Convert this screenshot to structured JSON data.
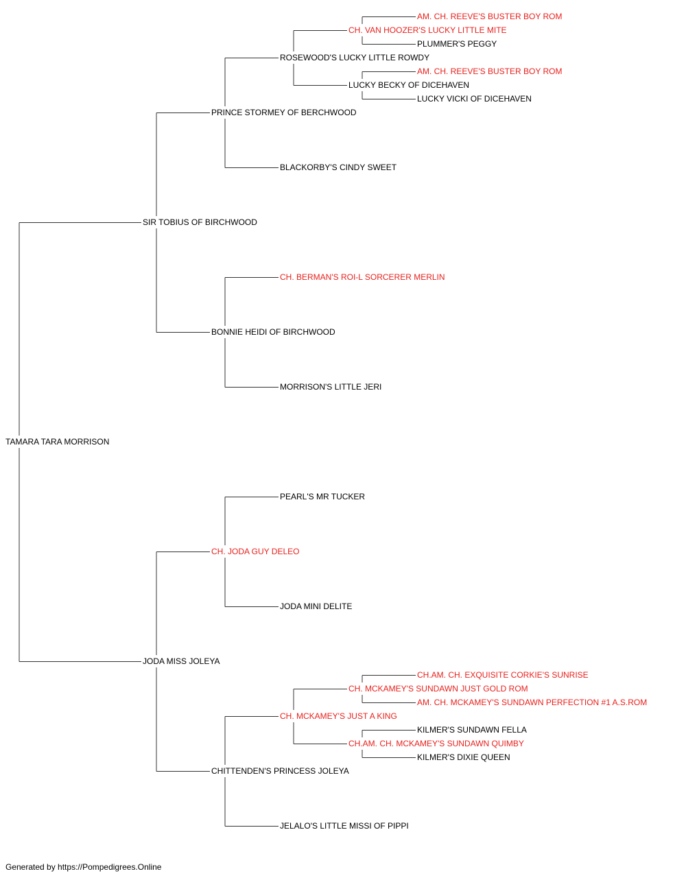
{
  "colors": {
    "champion": "#e8201c",
    "normal": "#000000",
    "line": "#333333"
  },
  "pedigree": {
    "name": "TAMARA TARA MORRISON",
    "champion": false,
    "sire": {
      "name": "SIR TOBIUS OF BIRCHWOOD",
      "champion": false,
      "sire": {
        "name": "PRINCE STORMEY OF BERCHWOOD",
        "champion": false,
        "sire": {
          "name": "ROSEWOOD'S LUCKY LITTLE ROWDY",
          "champion": false,
          "sire": {
            "name": "CH. VAN HOOZER'S LUCKY LITTLE MITE",
            "champion": true,
            "sire": {
              "name": "AM. CH. REEVE'S BUSTER BOY ROM",
              "champion": true
            },
            "dam": {
              "name": "PLUMMER'S PEGGY",
              "champion": false
            }
          },
          "dam": {
            "name": "LUCKY BECKY OF DICEHAVEN",
            "champion": false,
            "sire": {
              "name": "AM. CH. REEVE'S BUSTER BOY ROM",
              "champion": true
            },
            "dam": {
              "name": "LUCKY VICKI OF DICEHAVEN",
              "champion": false
            }
          }
        },
        "dam": {
          "name": "BLACKORBY'S CINDY SWEET",
          "champion": false
        }
      },
      "dam": {
        "name": "BONNIE HEIDI OF BIRCHWOOD",
        "champion": false,
        "sire": {
          "name": "CH. BERMAN'S ROI-L SORCERER MERLIN",
          "champion": true
        },
        "dam": {
          "name": "MORRISON'S LITTLE JERI",
          "champion": false
        }
      }
    },
    "dam": {
      "name": "JODA MISS JOLEYA",
      "champion": false,
      "sire": {
        "name": "CH. JODA GUY DELEO",
        "champion": true,
        "sire": {
          "name": "PEARL'S MR TUCKER",
          "champion": false
        },
        "dam": {
          "name": "JODA MINI DELITE",
          "champion": false
        }
      },
      "dam": {
        "name": "CHITTENDEN'S PRINCESS JOLEYA",
        "champion": false,
        "sire": {
          "name": "CH. MCKAMEY'S JUST A KING",
          "champion": true,
          "sire": {
            "name": "CH. MCKAMEY'S SUNDAWN JUST GOLD ROM",
            "champion": true,
            "sire": {
              "name": "CH.AM. CH. EXQUISITE CORKIE'S SUNRISE",
              "champion": true
            },
            "dam": {
              "name": "AM. CH. MCKAMEY'S SUNDAWN PERFECTION #1 A.S.ROM",
              "champion": true
            }
          },
          "dam": {
            "name": "CH.AM. CH. MCKAMEY'S SUNDAWN QUIMBY",
            "champion": true,
            "sire": {
              "name": "KILMER'S SUNDAWN FELLA",
              "champion": false
            },
            "dam": {
              "name": "KILMER'S DIXIE QUEEN",
              "champion": false
            }
          }
        },
        "dam": {
          "name": "JELALO'S LITTLE MISSI OF PIPPI",
          "champion": false
        }
      }
    }
  },
  "footer": "Generated by https://Pompedigrees.Online"
}
